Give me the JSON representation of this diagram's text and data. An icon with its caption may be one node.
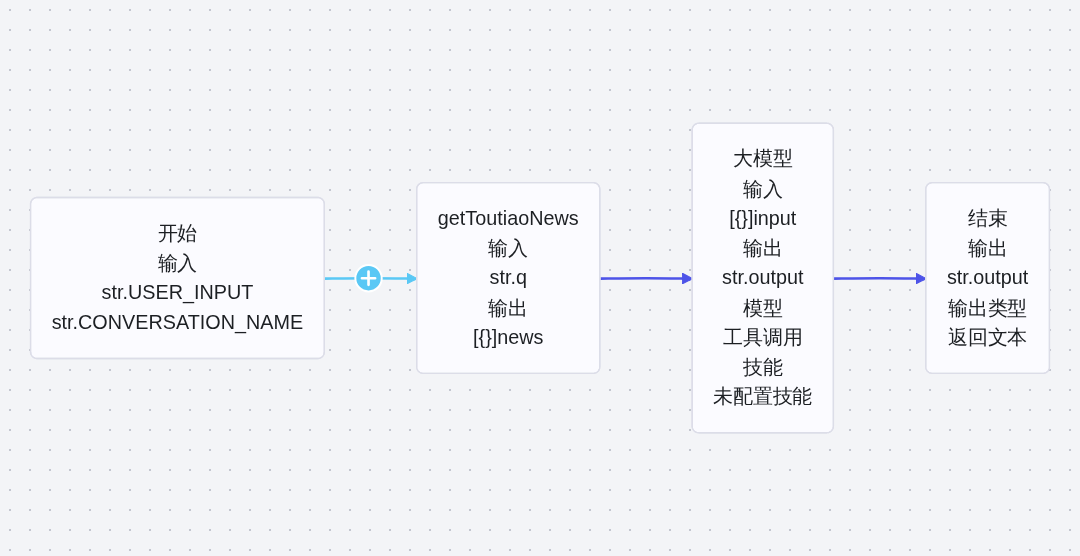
{
  "diagram": {
    "nodes": [
      {
        "text": [
          "开始",
          "输入",
          "str.USER_INPUT",
          "str.CONVERSATION_NAME"
        ]
      },
      {
        "text": [
          "结束",
          "输出",
          "str.output",
          "输出类型",
          "返回文本"
        ]
      },
      {
        "text": [
          "getToutiaoNews",
          "输入",
          "str.q",
          "输出",
          "[{}]news"
        ]
      },
      {
        "text": [
          "大模型",
          "输入",
          "[{}]input",
          "输出",
          "str.output",
          "模型",
          "工具调用",
          "技能",
          "未配置技能"
        ]
      }
    ],
    "edges": [
      {
        "from": 0,
        "to": 2,
        "arrow": "to",
        "color": "#5ac8f5"
      },
      {
        "from": 2,
        "to": 3,
        "arrow": "to"
      },
      {
        "from": 3,
        "to": 1,
        "arrow": "to"
      }
    ]
  }
}
